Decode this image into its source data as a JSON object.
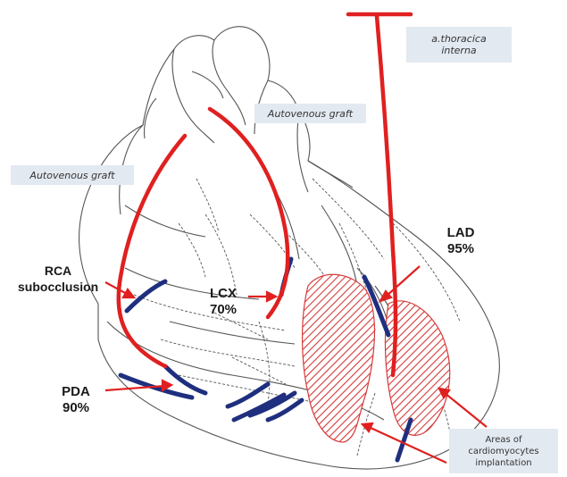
{
  "labels": {
    "thoracica_line1": "a.thoracica",
    "thoracica_line2": "interna",
    "graft_top": "Autovenous graft",
    "graft_left": "Autovenous graft",
    "lad_name": "LAD",
    "lad_pct": "95%",
    "rca_name": "RCA",
    "rca_sub": "subocclusion",
    "lcx_name": "LCX",
    "lcx_pct": "70%",
    "pda_name": "PDA",
    "pda_pct": "90%",
    "areas_line1": "Areas of",
    "areas_line2": "cardiomyocytes",
    "areas_line3": "implantation"
  },
  "colors": {
    "graft": "#e02020",
    "artery": "#1f2f7f",
    "implant_hatch": "#d63a3a",
    "outline": "#555555",
    "label_box": "#e3e9f1"
  }
}
